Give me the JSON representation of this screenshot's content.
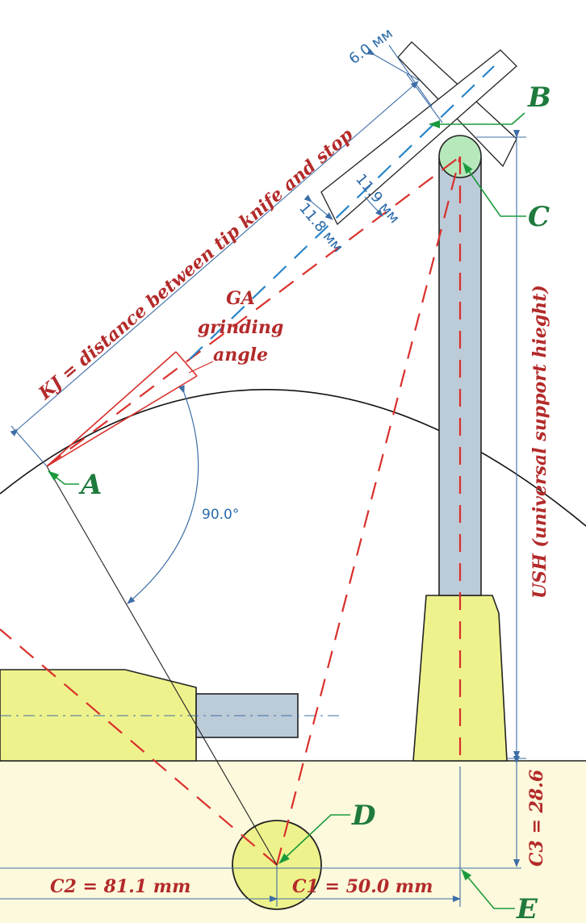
{
  "labels": {
    "kj": "KJ = distance between tip knife and stop",
    "ga_line1": "GA",
    "ga_line2": "grinding",
    "ga_line3": "angle",
    "angle": "90.0°",
    "ush": "USH (universal support hieght)",
    "c3": "C3 = 28.6",
    "c2": "C2 = 81.1 mm",
    "c1": "C1 = 50.0 mm",
    "dim_6": "6.0 мм",
    "dim_11_9": "11.9 мм",
    "dim_11_8": "11.8 мм"
  },
  "points": {
    "a": "A",
    "b": "B",
    "c": "C",
    "d": "D",
    "e": "E"
  },
  "colors": {
    "yellow_fill": "#eef28c",
    "cream_fill": "#fdf9dc",
    "steel_fill": "#bccbd8",
    "green_circle": "#b6e8bc",
    "red": "#d9302c",
    "blue": "#2a85c8",
    "label_red": "#b32a2a",
    "label_green": "#1f7a3d"
  }
}
